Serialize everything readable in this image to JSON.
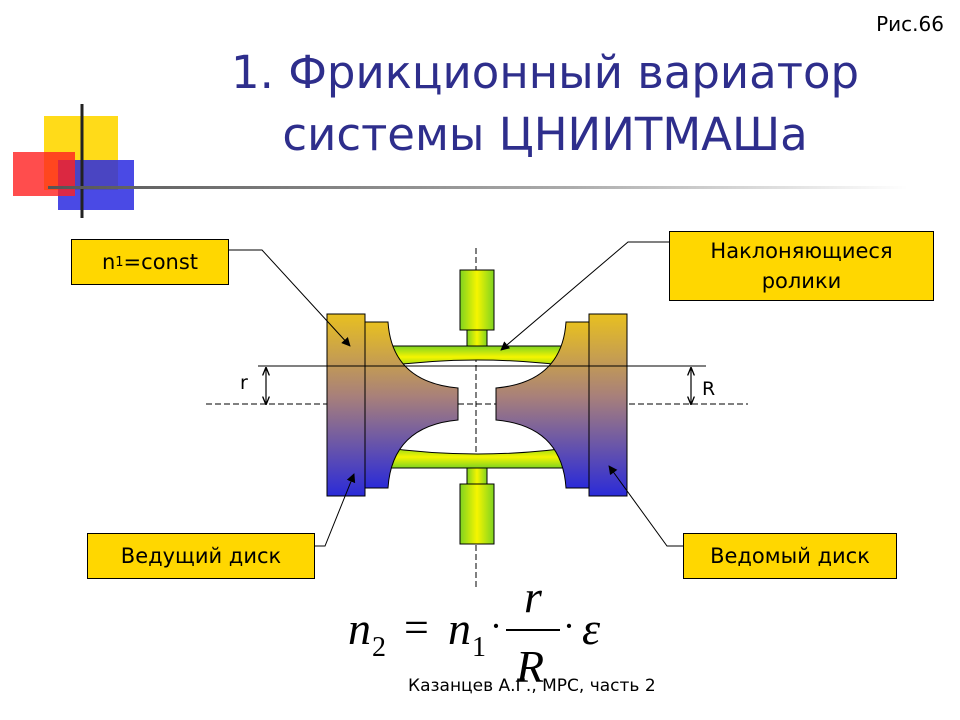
{
  "figure_label": "Рис.66",
  "title": {
    "line1": "1. Фрикционный вариатор",
    "line2": "системы ЦНИИТМАШа"
  },
  "callouts": {
    "n1_prefix": "n",
    "n1_sub": "1",
    "n1_suffix": "=const",
    "rollers": "Наклоняющиеся ролики",
    "driving_disk": "Ведущий диск",
    "driven_disk": "Ведомый диск"
  },
  "dimensions": {
    "small_radius": "r",
    "large_radius": "R"
  },
  "formula": {
    "lhs_var": "n",
    "lhs_sub": "2",
    "equals": "=",
    "rhs_var": "n",
    "rhs_sub": "1",
    "dot": "·",
    "numerator": "r",
    "denominator": "R",
    "epsilon": "ε"
  },
  "footer": "Казанцев А.Г., МРС, часть 2",
  "colors": {
    "title": "#2e2e8c",
    "callout_fill": "#ffd700",
    "gradient_top": "#e8c020",
    "gradient_bottom": "#2b2bd8",
    "roller_light": "#f5f500",
    "roller_green": "#7ed321",
    "deco_yellow": "#ffd700",
    "deco_red": "#ff2020",
    "deco_blue": "#2a2ae0"
  }
}
